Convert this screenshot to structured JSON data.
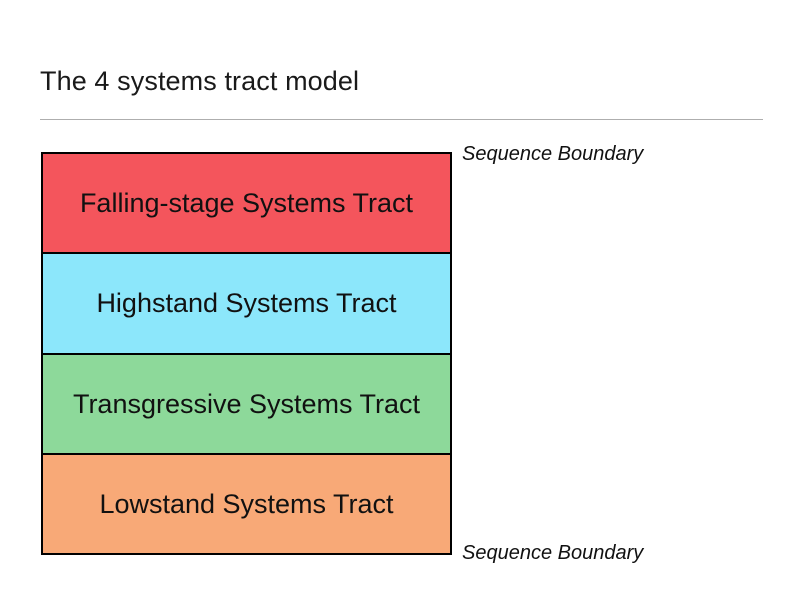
{
  "slide": {
    "title": "The 4 systems tract model",
    "background_color": "#ffffff",
    "rule_color": "#aeaeae"
  },
  "diagram": {
    "type": "stacked-stratigraphic-column",
    "blocks": [
      {
        "label": "Falling-stage Systems Tract",
        "color": "#f4555c",
        "order": 1,
        "position": "top"
      },
      {
        "label": "Highstand Systems Tract",
        "color": "#8ce7fb",
        "order": 2,
        "position": "upper-middle"
      },
      {
        "label": "Transgressive Systems Tract",
        "color": "#8dd99a",
        "order": 3,
        "position": "lower-middle"
      },
      {
        "label": "Lowstand Systems Tract",
        "color": "#f8a977",
        "order": 4,
        "position": "bottom"
      }
    ],
    "annotations": [
      {
        "text": "Sequence Boundary",
        "anchor": "top-of-column"
      },
      {
        "text": "Sequence Boundary",
        "anchor": "bottom-of-column"
      }
    ]
  }
}
